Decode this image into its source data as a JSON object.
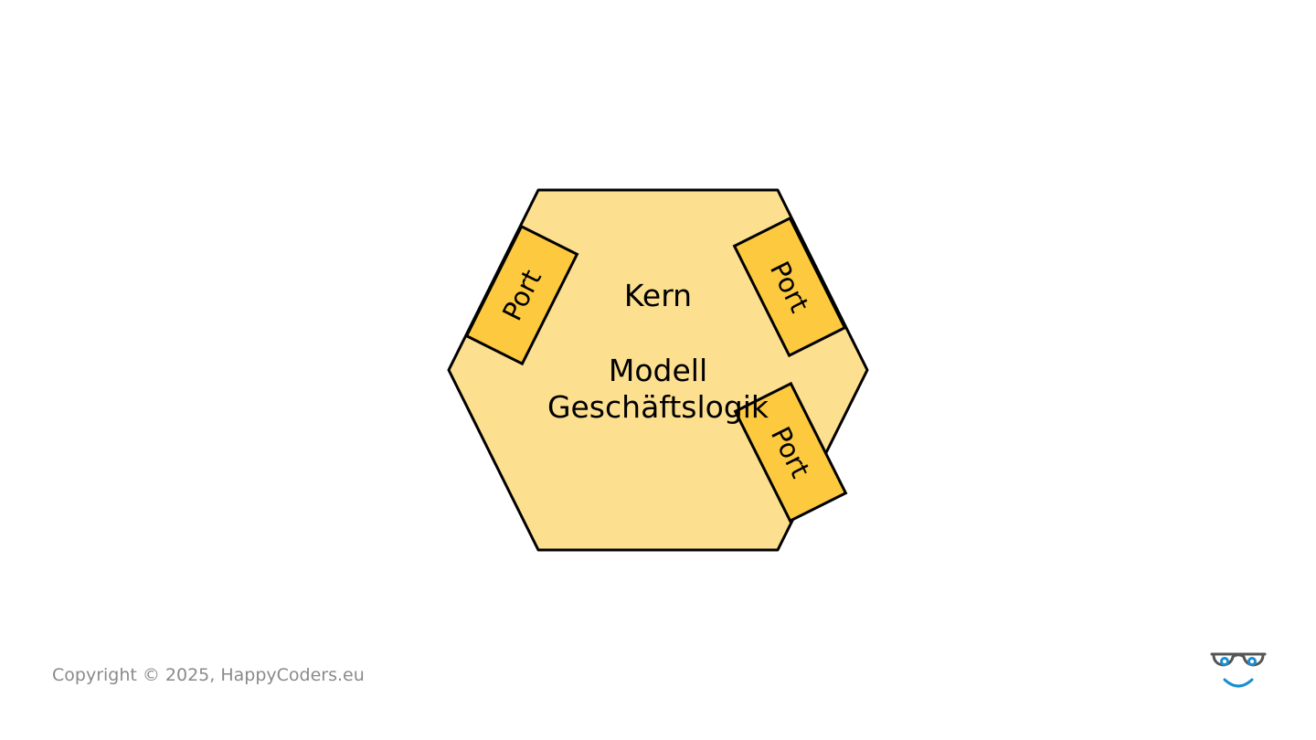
{
  "diagram": {
    "core_title": "Kern",
    "core_line1": "Modell",
    "core_line2": "Geschäftslogik",
    "ports": [
      {
        "label": "Port"
      },
      {
        "label": "Port"
      },
      {
        "label": "Port"
      }
    ]
  },
  "footer": {
    "copyright": "Copyright © 2025, HappyCoders.eu"
  },
  "colors": {
    "hexagon_fill": "#fddf90",
    "port_fill": "#fdc93e",
    "stroke": "#000000",
    "copyright_text": "#8a8a8a",
    "logo_accent": "#1a8fd0",
    "logo_frame": "#555555"
  },
  "logo": {
    "icon": "glasses-smiley-logo-icon"
  }
}
